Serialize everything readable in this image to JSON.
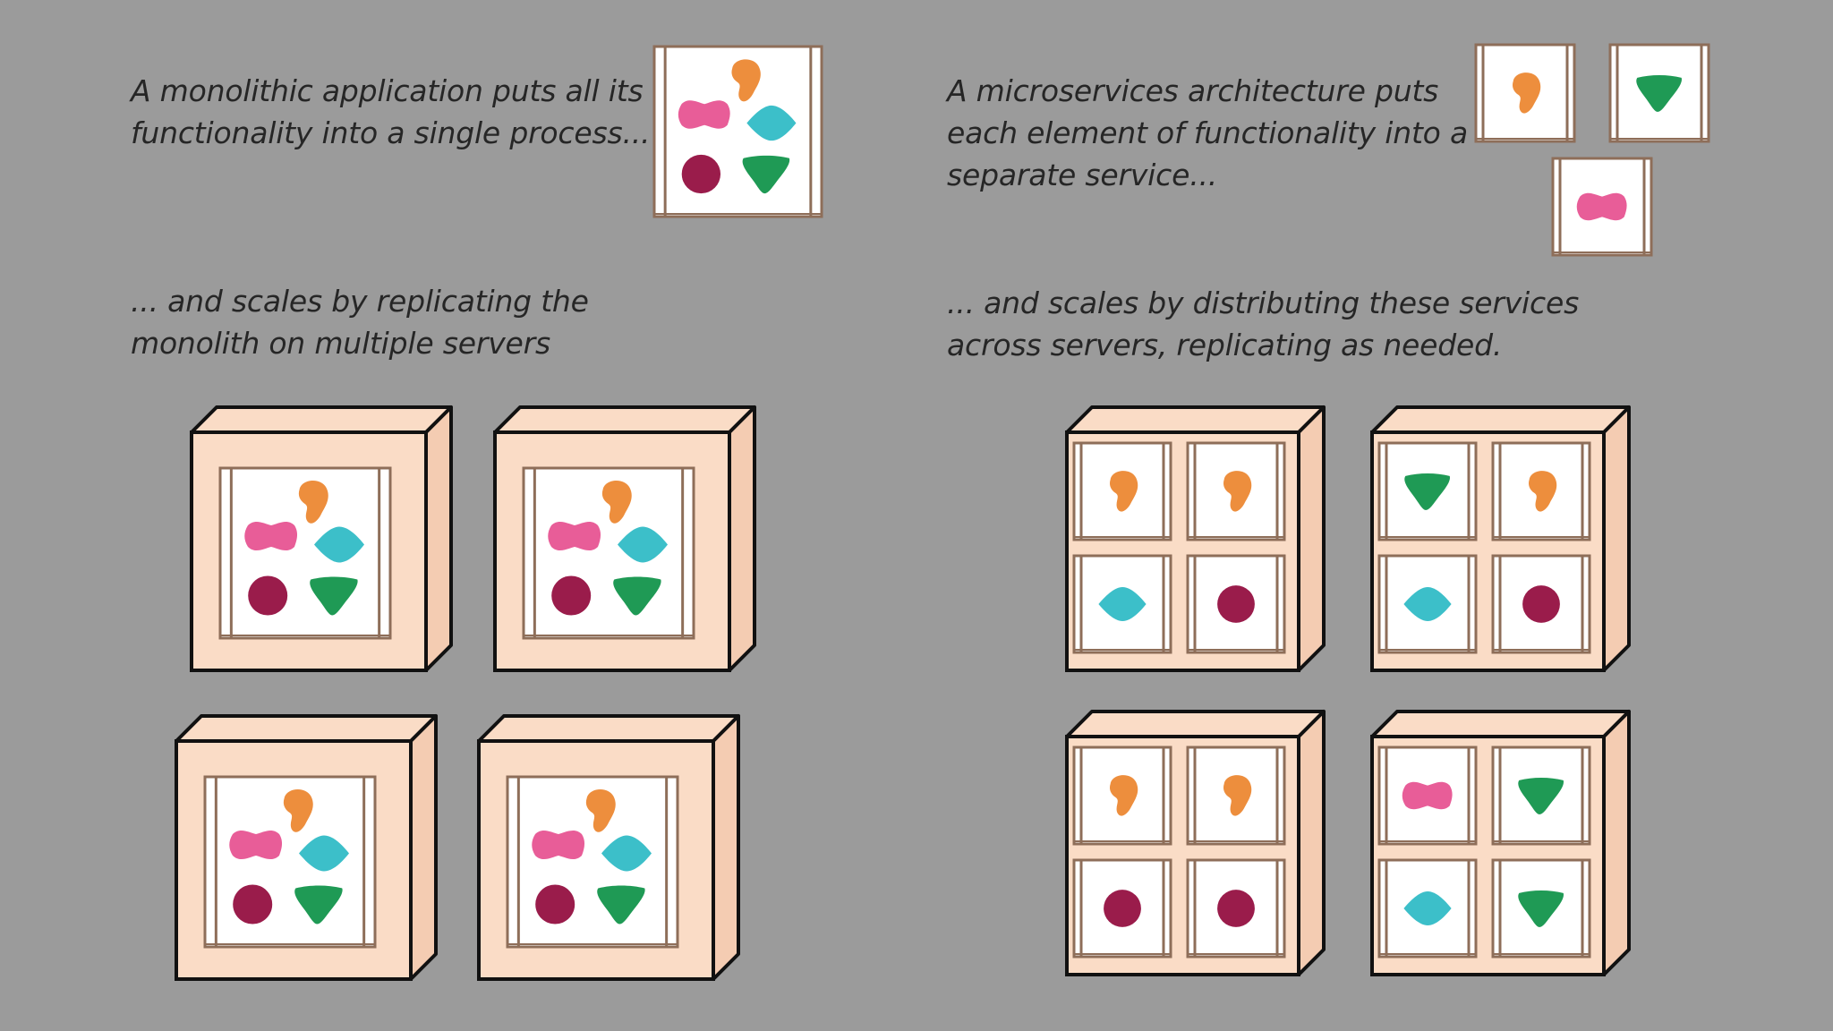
{
  "monolith": {
    "caption_lines": [
      "A monolithic application puts all its",
      "functionality into a single process..."
    ],
    "scale_caption_lines": [
      "... and scales by replicating the",
      "monolith on multiple servers"
    ],
    "servers": [
      [
        "pink-blob",
        "orange-blob",
        "cyan-diamond",
        "maroon-circle",
        "green-triangle"
      ],
      [
        "pink-blob",
        "orange-blob",
        "cyan-diamond",
        "maroon-circle",
        "green-triangle"
      ],
      [
        "pink-blob",
        "orange-blob",
        "cyan-diamond",
        "maroon-circle",
        "green-triangle"
      ],
      [
        "pink-blob",
        "orange-blob",
        "cyan-diamond",
        "maroon-circle",
        "green-triangle"
      ]
    ]
  },
  "microservices": {
    "caption_lines": [
      "A microservices architecture puts",
      "each element of functionality into a",
      "separate service..."
    ],
    "scale_caption_lines": [
      "... and scales by distributing these services",
      "across servers, replicating as needed."
    ],
    "services": [
      "orange-blob",
      "green-triangle",
      "pink-blob"
    ],
    "servers": [
      [
        "orange-blob",
        "orange-blob",
        "cyan-diamond",
        "maroon-circle"
      ],
      [
        "green-triangle",
        "orange-blob",
        "cyan-diamond",
        "maroon-circle"
      ],
      [
        "orange-blob",
        "orange-blob",
        "maroon-circle",
        "maroon-circle"
      ],
      [
        "pink-blob",
        "green-triangle",
        "cyan-diamond",
        "green-triangle"
      ]
    ]
  },
  "colors": {
    "background": "#9b9b9b",
    "server_face": "#fadcc6",
    "server_side": "#f4ccb2",
    "frame_border": "#8e6e59",
    "pink": "#e85d98",
    "orange": "#ed8e3d",
    "cyan": "#3cbfc9",
    "maroon": "#9a1c4b",
    "green": "#1f9a55"
  }
}
